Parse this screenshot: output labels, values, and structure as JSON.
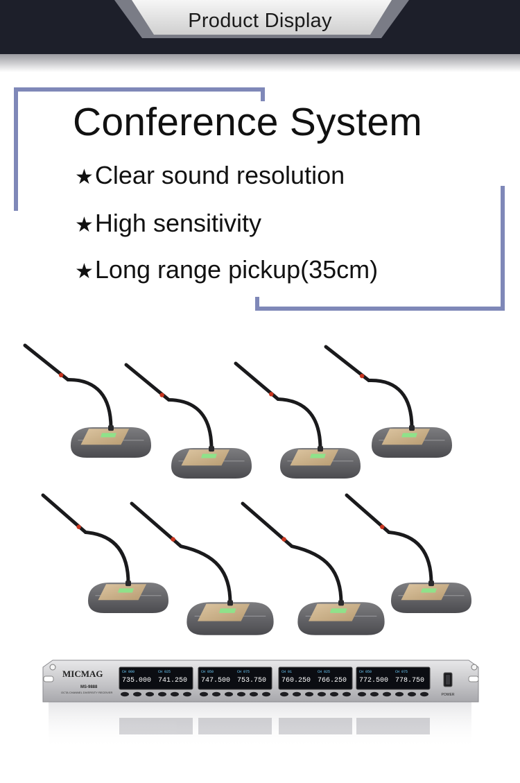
{
  "header": {
    "title": "Product Display"
  },
  "main": {
    "title": "Conference System",
    "star_glyph": "★",
    "features": [
      {
        "label": "Clear sound resolution"
      },
      {
        "label": "High sensitivity"
      },
      {
        "label": "Long range pickup(35cm)"
      }
    ]
  },
  "product_photo": {
    "microphone_count": 8,
    "receiver": {
      "brand": "MICMAG",
      "model": "MS-9888",
      "subtitle": "OCTA CHANNEL DIVERSITY RECEIVER",
      "power_label": "POWER",
      "screens": [
        {
          "ch_a": "CH 000",
          "freq_a": "735.000",
          "ch_b": "CH 025",
          "freq_b": "741.250"
        },
        {
          "ch_a": "CH 050",
          "freq_a": "747.500",
          "ch_b": "CH 075",
          "freq_b": "753.750"
        },
        {
          "ch_a": "CH 01",
          "freq_a": "760.250",
          "ch_b": "CH 025",
          "freq_b": "766.250"
        },
        {
          "ch_a": "CH 050",
          "freq_a": "772.500",
          "ch_b": "CH 075",
          "freq_b": "778.750"
        }
      ]
    }
  },
  "colors": {
    "header_band": "#1d1f2a",
    "frame": "#7f88b8",
    "lcd": "#6fd0ff"
  }
}
